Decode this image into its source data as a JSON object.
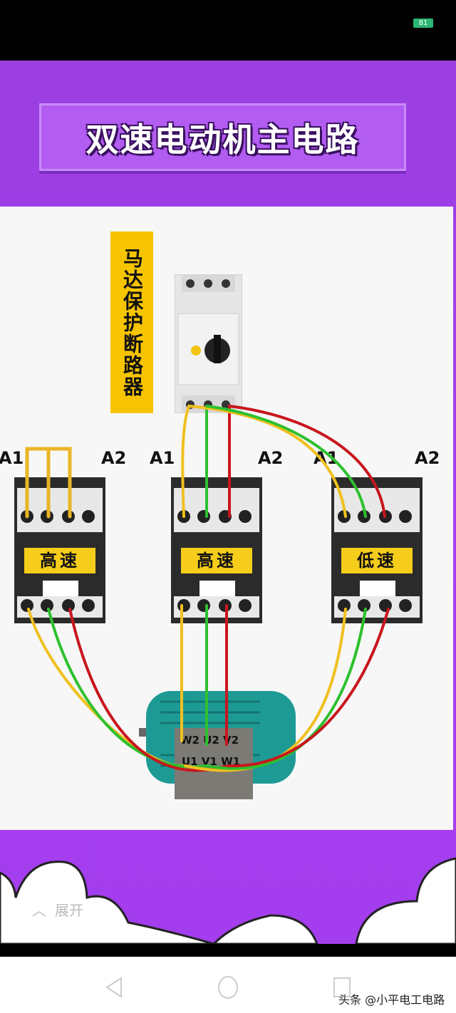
{
  "status_bar": {
    "battery": "81"
  },
  "title": "双速电动机主电路",
  "breaker_label": "马达保护断路器",
  "contactors": [
    {
      "a1": "A1",
      "a2": "A2",
      "speed": "高速"
    },
    {
      "a1": "A1",
      "a2": "A2",
      "speed": "高速"
    },
    {
      "a1": "A1",
      "a2": "A2",
      "speed": "低速"
    }
  ],
  "motor": {
    "top_terminals": "W2 U2 V2",
    "bottom_terminals": "U1 V1 W1"
  },
  "expand_label": "展开",
  "watermark": "头条 @小平电工电路",
  "colors": {
    "purple": "#a33ded",
    "yellow_wire": "#f0c020",
    "green_wire": "#2ec02e",
    "red_wire": "#c8161d",
    "motor": "#1e9a94"
  }
}
